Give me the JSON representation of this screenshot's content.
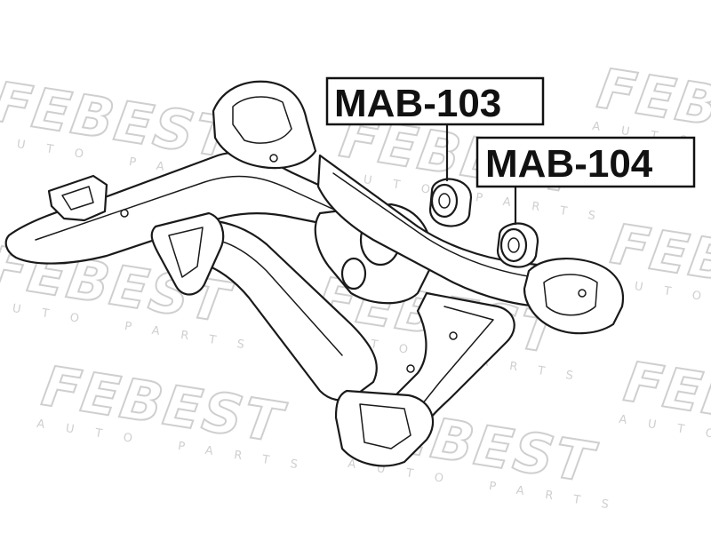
{
  "watermark": {
    "logo_text": "FEBEST",
    "subtitle": "AUTO PARTS"
  },
  "callouts": [
    {
      "part_number": "MAB-103"
    },
    {
      "part_number": "MAB-104"
    }
  ],
  "colors": {
    "watermark": "#cfcfcf",
    "line": "#1a1a1a",
    "background": "#ffffff"
  }
}
